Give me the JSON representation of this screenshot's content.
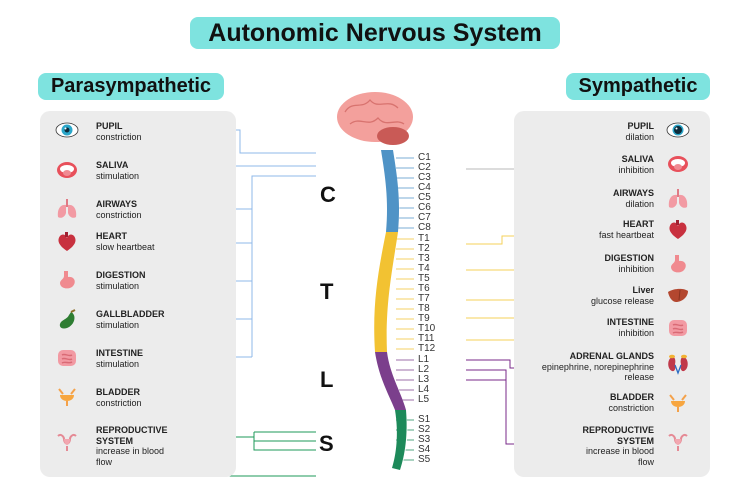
{
  "title": "Autonomic Nervous System",
  "parasympathetic": {
    "heading": "Parasympathetic",
    "items": [
      {
        "name": "PUPIL",
        "effect": "constriction",
        "icon": "eye-icon"
      },
      {
        "name": "SALIVA",
        "effect": "stimulation",
        "icon": "mouth-icon"
      },
      {
        "name": "AIRWAYS",
        "effect": "constriction",
        "icon": "lungs-icon"
      },
      {
        "name": "HEART",
        "effect": "slow heartbeat",
        "icon": "heart-icon"
      },
      {
        "name": "DIGESTION",
        "effect": "stimulation",
        "icon": "stomach-icon"
      },
      {
        "name": "GALLBLADDER",
        "effect": "stimulation",
        "icon": "gallbladder-icon"
      },
      {
        "name": "INTESTINE",
        "effect": "stimulation",
        "icon": "intestine-icon"
      },
      {
        "name": "BLADDER",
        "effect": "constriction",
        "icon": "bladder-icon"
      },
      {
        "name": "REPRODUCTIVE SYSTEM",
        "effect": "increase in blood flow",
        "icon": "uterus-icon"
      }
    ]
  },
  "sympathetic": {
    "heading": "Sympathetic",
    "items": [
      {
        "name": "PUPIL",
        "effect": "dilation",
        "icon": "eye-icon"
      },
      {
        "name": "SALIVA",
        "effect": "inhibition",
        "icon": "mouth-icon"
      },
      {
        "name": "AIRWAYS",
        "effect": "dilation",
        "icon": "lungs-icon"
      },
      {
        "name": "HEART",
        "effect": "fast heartbeat",
        "icon": "heart-icon"
      },
      {
        "name": "DIGESTION",
        "effect": "inhibition",
        "icon": "stomach-icon"
      },
      {
        "name": "Liver",
        "effect": "glucose release",
        "icon": "liver-icon"
      },
      {
        "name": "INTESTINE",
        "effect": "inhibition",
        "icon": "intestine-icon"
      },
      {
        "name": "ADRENAL GLANDS",
        "effect": "epinephrine, norepinephrine release",
        "icon": "kidney-icon"
      },
      {
        "name": "BLADDER",
        "effect": "constriction",
        "icon": "bladder-icon"
      },
      {
        "name": "REPRODUCTIVE SYSTEM",
        "effect": "increase in blood flow",
        "icon": "uterus-icon"
      }
    ]
  },
  "spine": {
    "segments": [
      "C",
      "T",
      "L",
      "S"
    ],
    "vertebrae": {
      "cervical": [
        "C1",
        "C2",
        "C3",
        "C4",
        "C5",
        "C6",
        "C7",
        "C8"
      ],
      "thoracic": [
        "T1",
        "T2",
        "T3",
        "T4",
        "T5",
        "T6",
        "T7",
        "T8",
        "T9",
        "T10",
        "T11",
        "T12"
      ],
      "lumbar": [
        "L1",
        "L2",
        "L3",
        "L4",
        "L5"
      ],
      "sacral": [
        "S1",
        "S2",
        "S3",
        "S4",
        "S5"
      ]
    }
  },
  "colors": {
    "accent_pill": "#7ee3df",
    "panel": "#ececec",
    "parasympathetic_cervical": "#8fb8ea",
    "parasympathetic_sacral": "#1e9a5a",
    "sympathetic_cervical": "#b8b8b8",
    "sympathetic_thoracic": "#f6d15a",
    "sympathetic_lumbar": "#7a2a8a",
    "cervical": "#4f93c6",
    "thoracic": "#f2c232",
    "lumbar": "#7b3f8c",
    "sacral": "#1d8a5a",
    "brain": "#f3a09c"
  }
}
